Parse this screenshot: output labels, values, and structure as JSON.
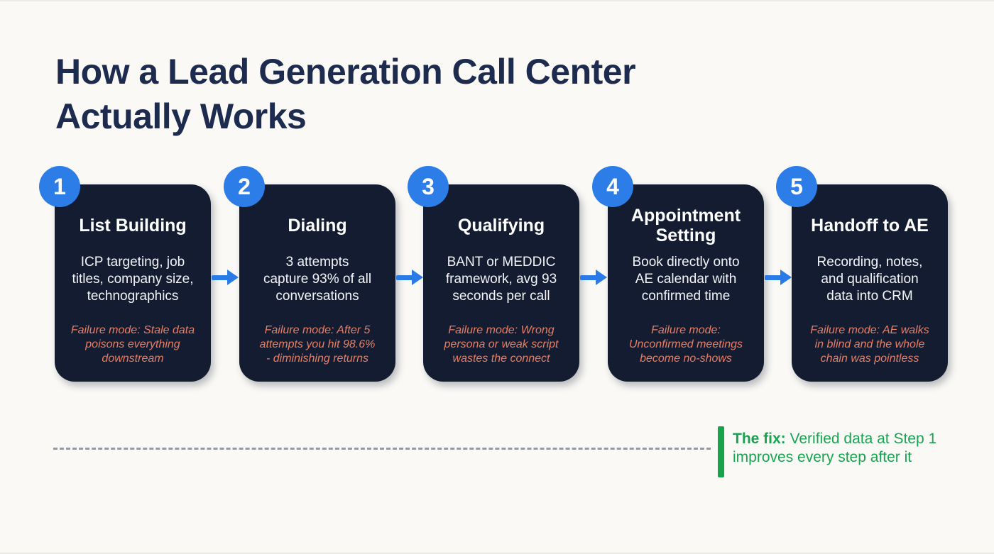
{
  "title": "How a Lead Generation Call Center\nActually Works",
  "colors": {
    "background": "#faf9f6",
    "title_text": "#1d2b4e",
    "card_background": "#131c31",
    "card_text": "#ffffff",
    "failure_text": "#e87e64",
    "accent_blue": "#2d7de8",
    "dashed_line": "#8f9aac",
    "accent_green": "#17a24c"
  },
  "steps": [
    {
      "number": "1",
      "title": "List Building",
      "body": "ICP targeting, job\ntitles, company size,\ntechnographics",
      "failure": "Failure mode: Stale data\npoisons everything\ndownstream"
    },
    {
      "number": "2",
      "title": "Dialing",
      "body": "3 attempts\ncapture 93% of all\nconversations",
      "failure": "Failure mode: After 5\nattempts you hit 98.6%\n- diminishing returns"
    },
    {
      "number": "3",
      "title": "Qualifying",
      "body": "BANT or MEDDIC\nframework, avg 93\nseconds per call",
      "failure": "Failure mode: Wrong\npersona or weak script\nwastes the connect"
    },
    {
      "number": "4",
      "title": "Appointment\nSetting",
      "body": "Book directly onto\nAE calendar with\nconfirmed time",
      "failure": "Failure mode:\nUnconfirmed meetings\nbecome no-shows"
    },
    {
      "number": "5",
      "title": "Handoff to AE",
      "body": "Recording, notes,\nand qualification\ndata into CRM",
      "failure": "Failure mode: AE walks\nin blind and the whole\nchain was pointless"
    }
  ],
  "callout": {
    "label": "The fix:",
    "text": "Verified data at Step 1\nimproves every step after it"
  }
}
